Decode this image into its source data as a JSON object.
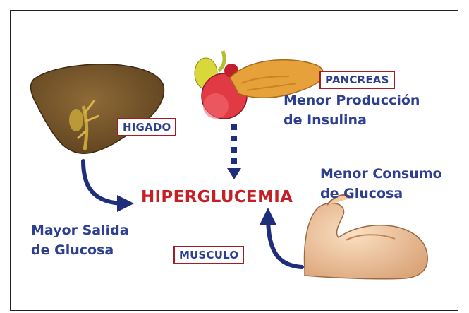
{
  "labels": {
    "higado": "HIGADO",
    "pancreas": "PANCREAS",
    "musculo": "MUSCULO"
  },
  "center": "HIPERGLUCEMIA",
  "texts": {
    "pancreas_line1": "Menor Producción",
    "pancreas_line2": "de Insulina",
    "muscle_line1": "Menor Consumo",
    "muscle_line2": "de Glucosa",
    "liver_line1": "Mayor Salida",
    "liver_line2": "de Glucosa"
  },
  "colors": {
    "label_border": "#a11e25",
    "label_text": "#2e3f8f",
    "center_text": "#c42026",
    "arrow": "#1e2e7a"
  },
  "icons": [
    "liver-icon",
    "pancreas-icon",
    "flexed-arm-icon"
  ]
}
